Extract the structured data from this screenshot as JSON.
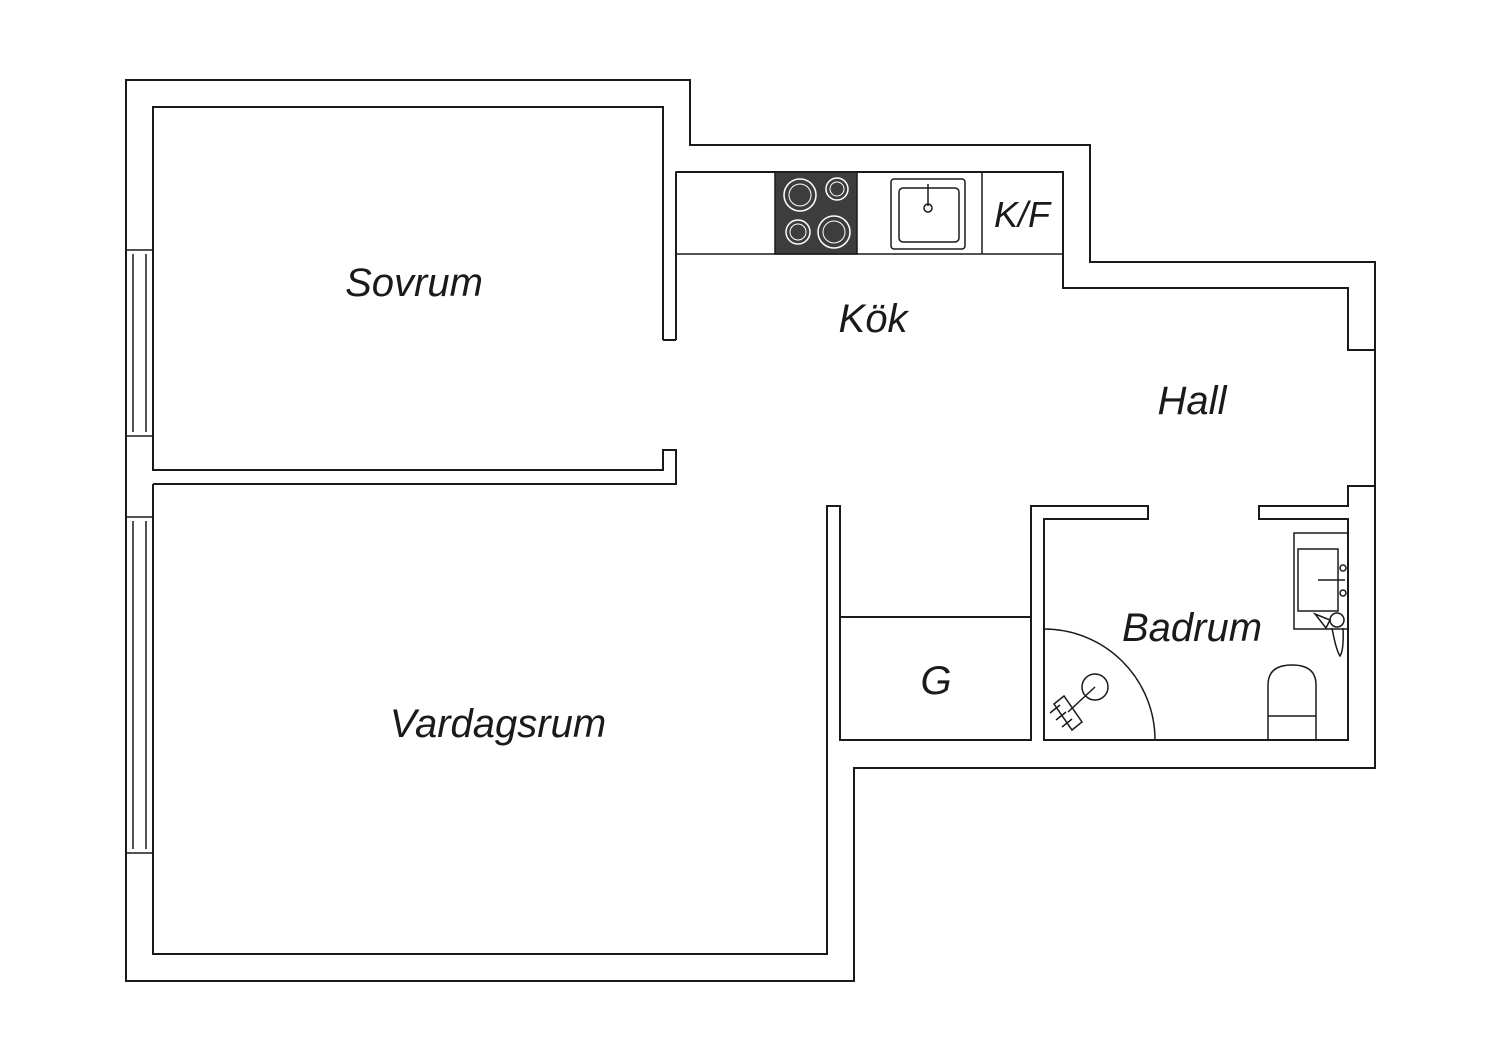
{
  "rooms": {
    "sovrum": "Sovrum",
    "kok": "Kök",
    "kf": "K/F",
    "hall": "Hall",
    "badrum": "Badrum",
    "g": "G",
    "vardagsrum": "Vardagsrum"
  },
  "colors": {
    "line": "#1a1a1a",
    "stove": "#3d3d3d",
    "background": "#ffffff"
  },
  "icons": [
    "stove-icon",
    "kitchen-sink-icon",
    "bathroom-sink-icon",
    "toilet-icon",
    "shower-icon",
    "window-icon"
  ]
}
